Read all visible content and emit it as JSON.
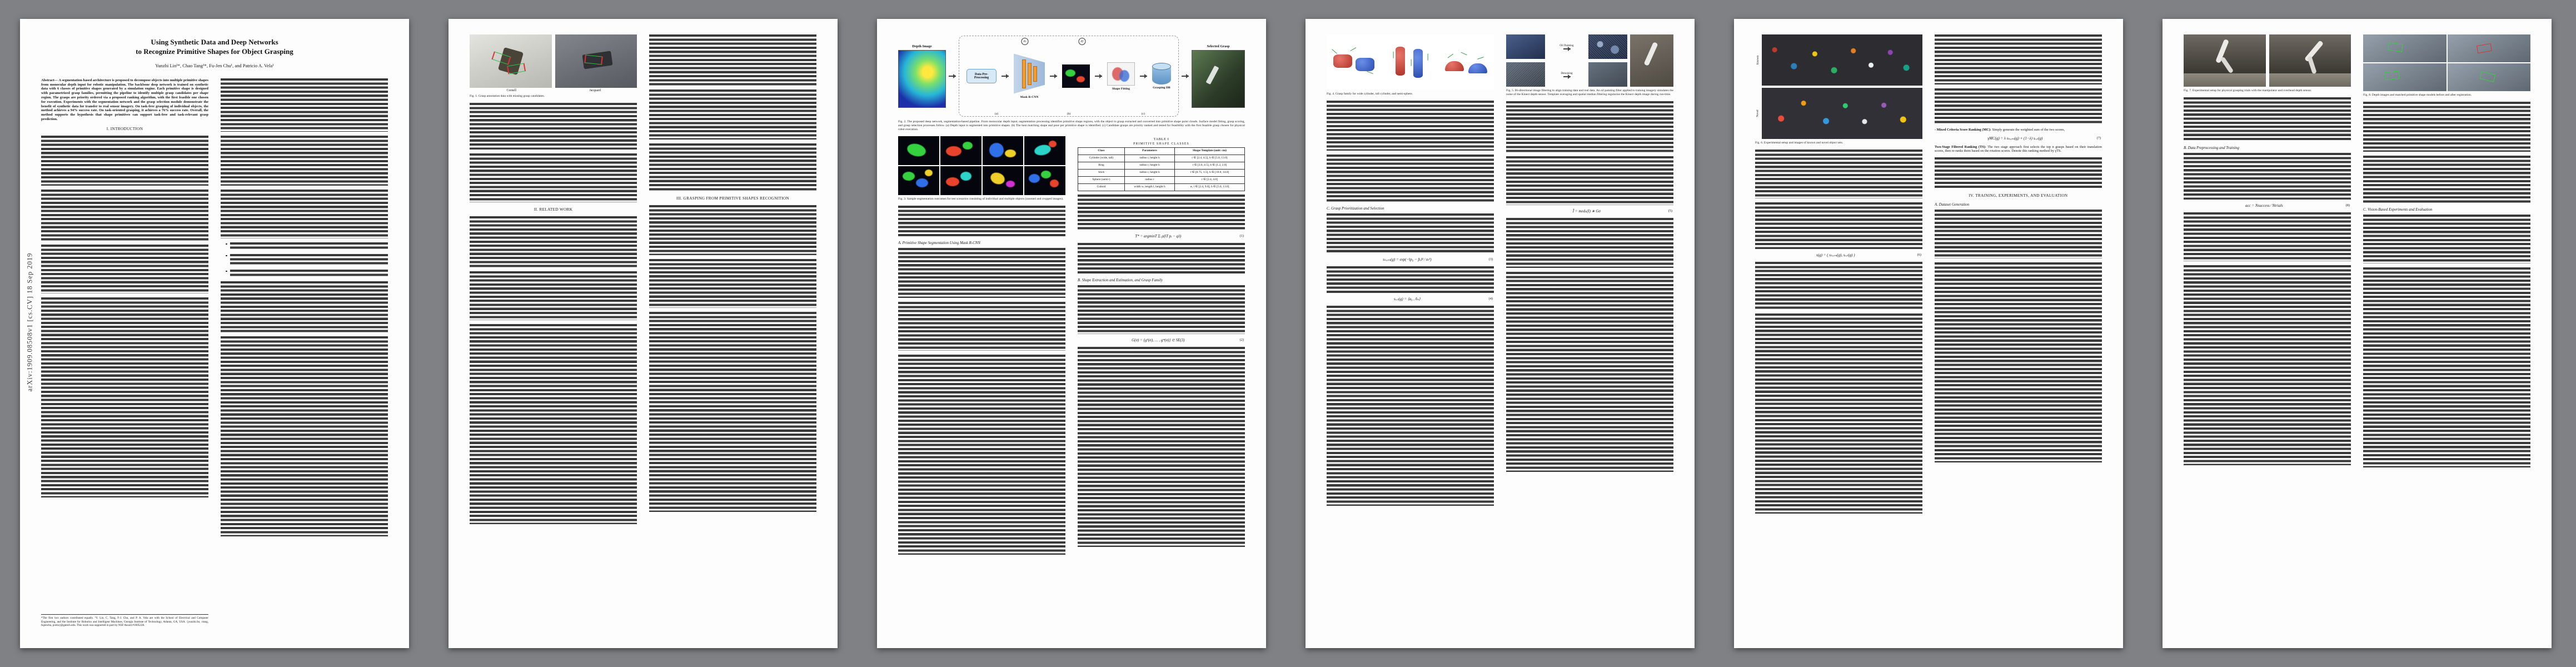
{
  "arxiv_stamp": "arXiv:1909.08508v1  [cs.CV]  18 Sep 2019",
  "header": {
    "title_line1": "Using Synthetic Data and Deep Networks",
    "title_line2": "to Recognize Primitive Shapes for Object Grasping",
    "authors": "Yunzhi Lin¹*, Chao Tang¹*, Fu-Jen Chu¹, and Patricio A. Vela¹"
  },
  "abstract": "Abstract— A segmentation-based architecture is proposed to decompose objects into multiple primitive shapes from monocular depth input for robotic manipulation. The backbone deep network is trained on synthetic data with 6 classes of primitive shapes generated by a simulation engine. Each primitive shape is designed with parametrized grasp families, permitting the pipeline to identify multiple grasp candidates per shape region. The grasps are priority ordered via a proposed ranking algorithm, with the first feasible one chosen for execution. Experiments with the segmentation network and the grasp selection module demonstrate the benefit of synthetic data for transfer to real sensor imagery. On task-free grasping of individual objects, the method achieves a 94% success rate. On task-oriented grasping, it achieves a 76% success rate. Overall, the method supports the hypothesis that shape primitives can support task-free and task-relevant grasp prediction.",
  "footnote": "*The first two authors contributed equally. ¹Y. Lin, C. Tang, F-J. Chu, and P. A. Vela are with the School of Electrical and Computer Engineering, and the Institute for Robotics and Intelligent Machines, Georgia Institute of Technology, Atlanta, GA, USA. {yunzhi.lin, ctang, fujenchu, pvela}@gatech.edu. This work was supported in part by NSF Award #1605228.",
  "sections": {
    "intro": "I. INTRODUCTION",
    "related": "II. RELATED WORK",
    "grasping": "III. GRASPING FROM PRIMITIVE SHAPES RECOGNITION",
    "training": "IV. TRAINING, EXPERIMENTS, AND EVALUATION",
    "sub_a": "A. Primitive Shape Segmentation Using Mask R-CNN",
    "sub_b": "B. Shape Extraction and Estimation, and Grasp Family",
    "sub_c": "C. Grasp Prioritization and Selection",
    "sub_da": "A. Dataset Generation",
    "sub_db": "B. Data Preprocessing and Training",
    "sub_dc": "C. Vision-Based Experiments and Evaluation"
  },
  "figures": {
    "fig1": {
      "caption": "Fig. 1. Grasp annotation data with missing grasp candidates.",
      "label_left": "Cornell",
      "label_right": "Jacquard"
    },
    "fig2": {
      "caption": "Fig. 2. The proposed deep network, segmentation-based pipeline. From monocular depth input, segmentation processing identifies primitive shape regions, with the object to grasp extracted and converted into primitive shape point clouds. Surface model fitting, grasp scoring, and grasp selection processes follow. (a) Depth input is segmented into primitive shapes. (b) The best matching shape and pose per primitive shape is identified. (c) Candidate grasps are priority ranked and tested for feasibility with the first feasible grasp chosen for physical robot execution.",
      "blk_input": "Depth Image",
      "blk_pre": "Data Pre-Processing",
      "blk_net": "Mask R-CNN",
      "blk_fit": "Shape Fitting",
      "blk_db": "Grasping DB",
      "blk_out": "Selected Grasp",
      "p1": "Pc",
      "p2": "Pf",
      "tag_a": "(a)",
      "tag_b": "(b)",
      "tag_c": "(c)"
    },
    "fig3": {
      "caption": "Fig. 3. Sample segmentation outcomes for test scenarios consisting of individual and multiple objects (zoomed and cropped images)."
    },
    "fig4": {
      "caption": "Fig. 4. Grasp family for wide cylinder, tall cylinder, and semi-sphere."
    },
    "fig5": {
      "caption": "Fig. 5. Bi-directional image filtering to align training data and real data. An oil painting filter applied to training imagery simulates the noise of the Kinect depth sensor. Template averaging and spatial median filtering regularize the Kinect depth image during run-time.",
      "lab_top": "Oil Painting",
      "lab_bot": "Denoising"
    },
    "fig6": {
      "caption": "Fig. 6. Experimental setup and images of known and novel object sets.",
      "lab_top": "Known",
      "lab_bot": "Novel"
    },
    "fig7": {
      "caption": "Fig. 7. Experimental setup for physical grasping trials with the manipulator and overhead depth sensor."
    },
    "fig8": {
      "caption": "Fig. 8. Depth images and matched primitive shape models before and after registration."
    }
  },
  "table1": {
    "label": "TABLE I",
    "title": "PRIMITIVE SHAPE CLASSES",
    "headers": [
      "Class",
      "Parameters",
      "Shape Template (unit: cm)"
    ],
    "rows": [
      [
        "Cylinder (wide, tall)",
        "radius r, height h",
        "r ∈ [2.4, 4.5], h ∈ [5.0, 13.0]"
      ],
      [
        "Ring",
        "radius r, height h",
        "r ∈ [3.0, 4.5], h ∈ [1.2, 2.0]"
      ],
      [
        "Stick",
        "radius r, height h",
        "r ∈ [0.75, 1.5], h ∈ [10.0, 14.0]"
      ],
      [
        "Sphere (semi-)",
        "radius r",
        "r ∈ [2.4, 4.0]"
      ],
      [
        "Cuboid",
        "width w, length l, height h",
        "w, l ∈ [2.4, 9.0], h ∈ [5.0, 13.0]"
      ]
    ]
  },
  "equations": {
    "eq1": {
      "body": "T* = argminT Σᵢ ρ(‖T pᵢ − qᵢ‖)",
      "num": "(1)"
    },
    "eq2": {
      "body": "G(σ) = {g¹(σ), … , gᵐ(σ)} ⊂ SE(3)",
      "num": "(2)"
    },
    "eq3": {
      "body": "sₜᵣₐₙₛ(g) = exp(−‖p₉ − p̄ₒ‖² ⁄ σₜ²)",
      "num": "(3)"
    },
    "eq4": {
      "body": "sᵣₒₜ(g) = ⟨a₉ , n̂ₛ⟩",
      "num": "(4)"
    },
    "eq5": {
      "body": "Ĩ = medₖ(I) ∗ Gσ",
      "num": "(5)"
    },
    "eq6": {
      "body": "s(g) = ( sₜᵣₐₙₛ(g), sᵣₒₜ(g) )",
      "num": "(6)"
    },
    "eq7": {
      "body": "γMC(g) = λ sₜᵣₐₙₛ(g) + (1−λ) sᵣₒₜ(g)",
      "num": "(7)"
    },
    "eq8": {
      "body": "acc = Nsuccess ⁄ Ntrials",
      "num": "(8)"
    }
  },
  "leads": {
    "mc_b": "- Mixed Criteria Score Ranking (MC):",
    "mc_t": " Simply generate the weighted sum of the two scores,",
    "ts_b": "Two-Stage Filtered Ranking (TS):",
    "ts_t": " The two stage approach first selects the top n grasps based on their translation scores, then re-ranks them based on the rotation scores. Denote this ranking method by γTS."
  }
}
